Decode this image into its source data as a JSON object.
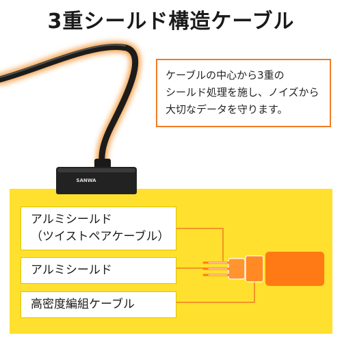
{
  "title": "3重シールド構造ケーブル",
  "callout": {
    "lines": [
      "ケーブルの中心から3重の",
      "シールド処理を施し、ノイズから",
      "大切なデータを守ります。"
    ]
  },
  "adapter": {
    "brand": "SANWA"
  },
  "labels": {
    "layer1_line1": "アルミシールド",
    "layer1_line2": "（ツイストペアケーブル）",
    "layer2": "アルミシールド",
    "layer3": "高密度編組ケーブル"
  },
  "colors": {
    "accent": "#f07a23",
    "panel": "#ffe02e",
    "cable": "#1c1c1c",
    "glow": "#f39a3a"
  }
}
